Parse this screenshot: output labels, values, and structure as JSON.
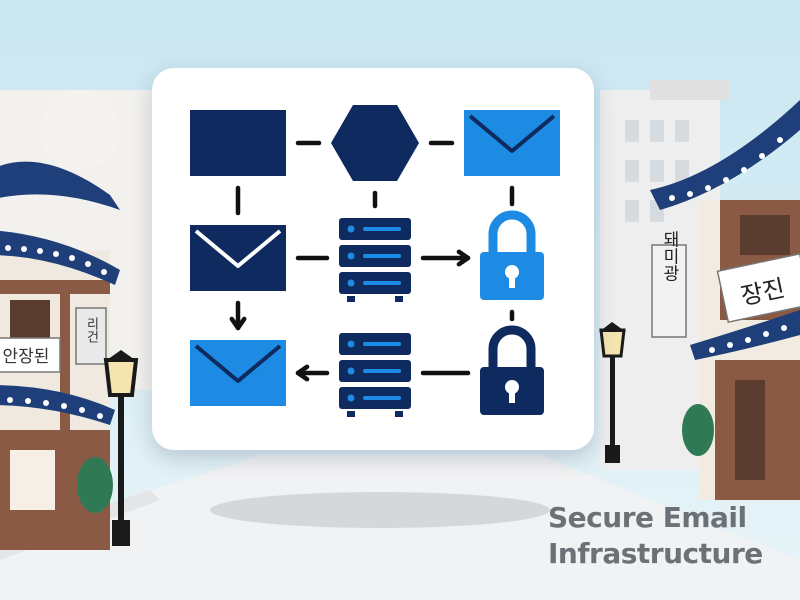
{
  "colors": {
    "navy": "#0e2a5e",
    "blue": "#1d8be3",
    "sky": "#cfe8f2",
    "roof": "#1f3f7a",
    "wood": "#8a5a44",
    "line": "#111111"
  },
  "caption": {
    "line1": "Secure Email",
    "line2": "Infrastructure"
  },
  "signs": {
    "left_sign": "리건",
    "left_banner": "안장된",
    "right_vertical": "돼미광",
    "right_banner": "장진"
  },
  "diagram": {
    "nodes": [
      {
        "id": "box",
        "icon": "box-icon",
        "color": "navy"
      },
      {
        "id": "hex",
        "icon": "hexagon-icon",
        "color": "navy"
      },
      {
        "id": "mail-top",
        "icon": "envelope-icon",
        "color": "blue"
      },
      {
        "id": "mail-mid",
        "icon": "envelope-icon",
        "color": "navy"
      },
      {
        "id": "server-mid",
        "icon": "server-icon",
        "color": "navy"
      },
      {
        "id": "lock-open",
        "icon": "lock-icon",
        "color": "blue"
      },
      {
        "id": "mail-bottom",
        "icon": "envelope-icon",
        "color": "blue"
      },
      {
        "id": "server-bottom",
        "icon": "server-icon",
        "color": "navy"
      },
      {
        "id": "lock-closed",
        "icon": "lock-icon",
        "color": "navy"
      }
    ],
    "edges": [
      {
        "from": "box",
        "to": "hex",
        "arrow": false
      },
      {
        "from": "hex",
        "to": "mail-top",
        "arrow": false
      },
      {
        "from": "box",
        "to": "mail-mid",
        "arrow": false
      },
      {
        "from": "hex",
        "to": "server-mid",
        "arrow": false
      },
      {
        "from": "mail-top",
        "to": "lock-open",
        "arrow": false
      },
      {
        "from": "mail-mid",
        "to": "server-mid",
        "arrow": false
      },
      {
        "from": "server-mid",
        "to": "lock-open",
        "arrow": true
      },
      {
        "from": "mail-mid",
        "to": "mail-bottom",
        "arrow": true
      },
      {
        "from": "lock-open",
        "to": "lock-closed",
        "arrow": false
      },
      {
        "from": "lock-closed",
        "to": "server-bottom",
        "arrow": false
      },
      {
        "from": "server-bottom",
        "to": "mail-bottom",
        "arrow": true
      }
    ]
  }
}
